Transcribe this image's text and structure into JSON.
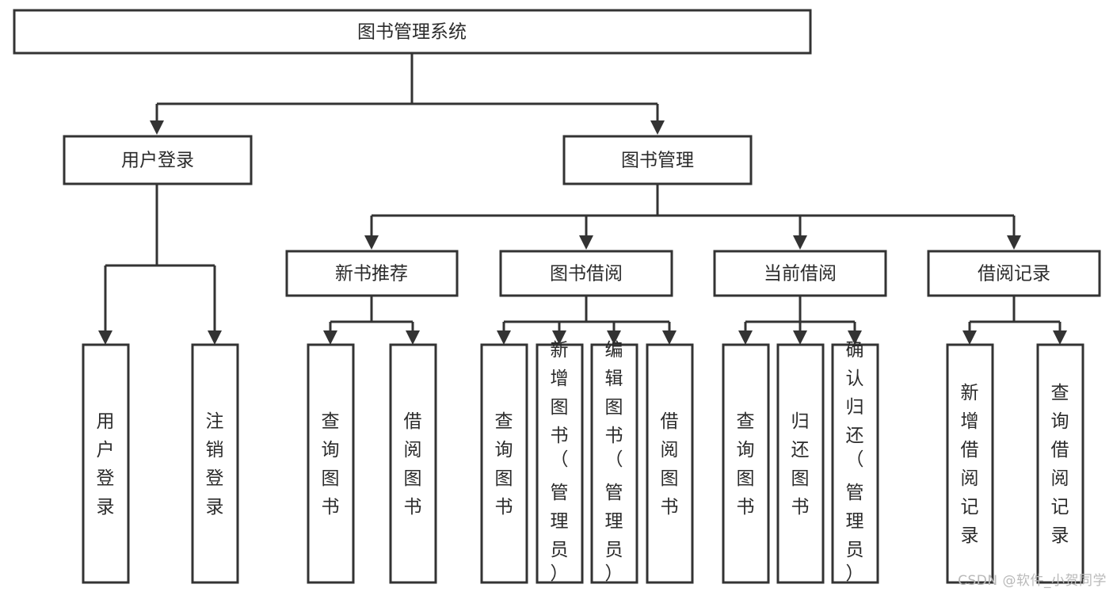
{
  "diagram": {
    "title": "图书管理系统",
    "type": "tree-hierarchy",
    "root": {
      "id": "root",
      "label": "图书管理系统",
      "orientation": "horizontal"
    },
    "level2": [
      {
        "id": "user-login",
        "label": "用户登录",
        "orientation": "horizontal"
      },
      {
        "id": "book-management",
        "label": "图书管理",
        "orientation": "horizontal"
      }
    ],
    "level3": [
      {
        "id": "new-book-recommend",
        "label": "新书推荐",
        "orientation": "horizontal",
        "parent": "book-management"
      },
      {
        "id": "book-borrow",
        "label": "图书借阅",
        "orientation": "horizontal",
        "parent": "book-management"
      },
      {
        "id": "current-borrow",
        "label": "当前借阅",
        "orientation": "horizontal",
        "parent": "book-management"
      },
      {
        "id": "borrow-record",
        "label": "借阅记录",
        "orientation": "horizontal",
        "parent": "book-management"
      }
    ],
    "leaves": {
      "user_login": [
        {
          "id": "leaf-user-login",
          "label": "用户登录",
          "orientation": "vertical"
        },
        {
          "id": "leaf-logout-login",
          "label": "注销登录",
          "orientation": "vertical"
        }
      ],
      "new_book_recommend": [
        {
          "id": "leaf-query-book-1",
          "label": "查询图书",
          "orientation": "vertical"
        },
        {
          "id": "leaf-borrow-book-1",
          "label": "借阅图书",
          "orientation": "vertical"
        }
      ],
      "book_borrow": [
        {
          "id": "leaf-query-book-2",
          "label": "查询图书",
          "orientation": "vertical"
        },
        {
          "id": "leaf-add-book",
          "label": "新增图书（管理员）",
          "orientation": "vertical"
        },
        {
          "id": "leaf-edit-book",
          "label": "编辑图书（管理员）",
          "orientation": "vertical"
        },
        {
          "id": "leaf-borrow-book-2",
          "label": "借阅图书",
          "orientation": "vertical"
        }
      ],
      "current_borrow": [
        {
          "id": "leaf-query-book-3",
          "label": "查询图书",
          "orientation": "vertical"
        },
        {
          "id": "leaf-return-book",
          "label": "归还图书",
          "orientation": "vertical"
        },
        {
          "id": "leaf-confirm-return",
          "label": "确认归还（管理员）",
          "orientation": "vertical"
        }
      ],
      "borrow_record": [
        {
          "id": "leaf-add-record",
          "label": "新增借阅记录",
          "orientation": "vertical"
        },
        {
          "id": "leaf-query-record",
          "label": "查询借阅记录",
          "orientation": "vertical"
        }
      ]
    },
    "colors": {
      "stroke": "#333333",
      "fill": "#ffffff",
      "text": "#2b2b2b",
      "watermark": "#b9b9b9"
    }
  },
  "watermark": {
    "text": "CSDN @软件_小贺同学"
  }
}
